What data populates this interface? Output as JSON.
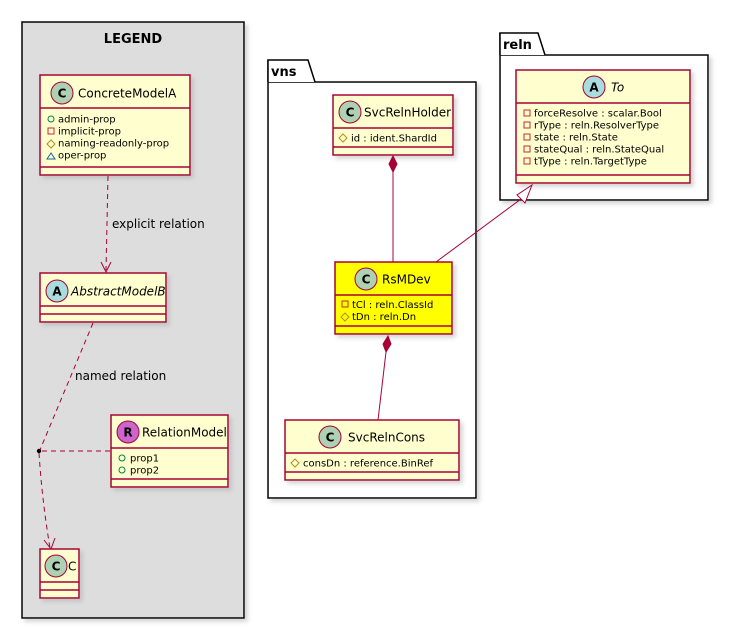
{
  "legend": {
    "title": "LEGEND",
    "concrete_model": {
      "name": "ConcreteModelA",
      "stereotype": "C",
      "attributes": [
        {
          "visibility": "public",
          "text": "admin-prop"
        },
        {
          "visibility": "private",
          "text": "implicit-prop"
        },
        {
          "visibility": "protected",
          "text": "naming-readonly-prop"
        },
        {
          "visibility": "package",
          "text": "oper-prop"
        }
      ]
    },
    "abstract_model": {
      "name": "AbstractModelB",
      "stereotype": "A"
    },
    "relation_model": {
      "name": "RelationModel",
      "stereotype": "R",
      "attributes": [
        {
          "visibility": "public",
          "text": "prop1"
        },
        {
          "visibility": "public",
          "text": "prop2"
        }
      ]
    },
    "c_model": {
      "name": "C",
      "stereotype": "C"
    },
    "explicit_relation_label": "explicit relation",
    "named_relation_label": "named relation"
  },
  "vns": {
    "package_name": "vns",
    "svc_reln_holder": {
      "name": "SvcRelnHolder",
      "stereotype": "C",
      "attributes": [
        {
          "visibility": "protected",
          "text": "id : ident.ShardId"
        }
      ]
    },
    "rs_m_dev": {
      "name": "RsMDev",
      "stereotype": "C",
      "attributes": [
        {
          "visibility": "private",
          "text": "tCl : reln.ClassId"
        },
        {
          "visibility": "protected",
          "text": "tDn : reln.Dn"
        }
      ]
    },
    "svc_reln_cons": {
      "name": "SvcRelnCons",
      "stereotype": "C",
      "attributes": [
        {
          "visibility": "protected",
          "text": "consDn : reference.BinRef"
        }
      ]
    }
  },
  "reln": {
    "package_name": "reln",
    "to": {
      "name": "To",
      "stereotype": "A",
      "attributes": [
        {
          "visibility": "private",
          "text": "forceResolve : scalar.Bool"
        },
        {
          "visibility": "private",
          "text": "rType : reln.ResolverType"
        },
        {
          "visibility": "private",
          "text": "state : reln.State"
        },
        {
          "visibility": "private",
          "text": "stateQual : reln.StateQual"
        },
        {
          "visibility": "private",
          "text": "tType : reln.TargetType"
        }
      ]
    }
  },
  "colors": {
    "class_fill": "#FEFECE",
    "class_border": "#A80036",
    "highlight_fill": "#FFFF00",
    "legend_bg": "#DDDDDD",
    "circle_c": "#ADD1B2",
    "circle_a": "#A9DCDF",
    "circle_r": "#CC66CC",
    "edge": "#A80036"
  }
}
